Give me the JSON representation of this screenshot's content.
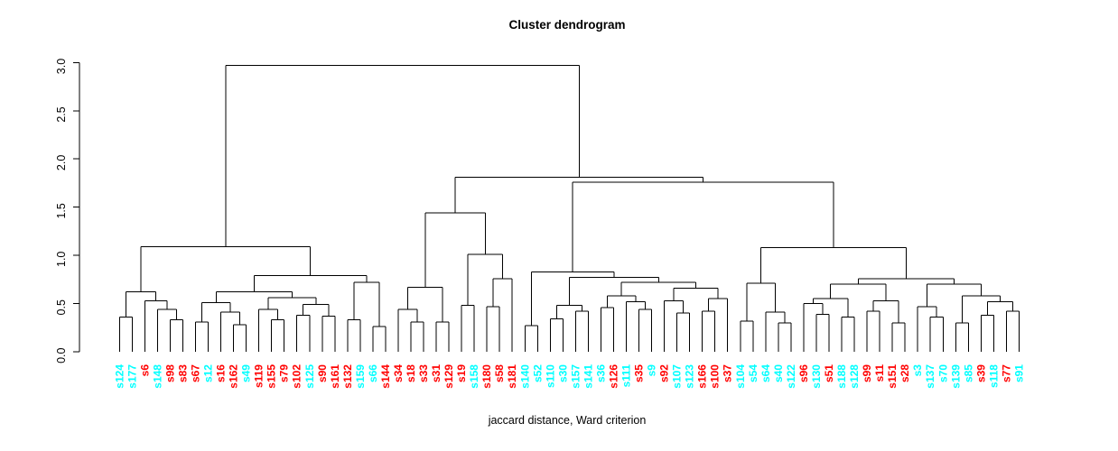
{
  "chart_data": {
    "type": "dendrogram",
    "title": "Cluster dendrogram",
    "xlabel": "jaccard distance, Ward criterion",
    "ylabel": "",
    "y_axis": {
      "tick_labels": [
        "0.0",
        "0.5",
        "1.0",
        "1.5",
        "2.0",
        "2.5",
        "3.0"
      ],
      "tick_values": [
        0.0,
        0.5,
        1.0,
        1.5,
        2.0,
        2.5,
        3.0
      ],
      "range": [
        0.0,
        3.0
      ],
      "grid": false
    },
    "legend": null,
    "line_color": "#000000",
    "label_colors": {
      "group_red": "#FF0000",
      "group_cyan": "#00FFFF"
    },
    "leaves": [
      {
        "label": "s124",
        "color": "#00FFFF"
      },
      {
        "label": "s177",
        "color": "#00FFFF"
      },
      {
        "label": "s6",
        "color": "#FF0000"
      },
      {
        "label": "s148",
        "color": "#00FFFF"
      },
      {
        "label": "s98",
        "color": "#FF0000"
      },
      {
        "label": "s83",
        "color": "#FF0000"
      },
      {
        "label": "s67",
        "color": "#FF0000"
      },
      {
        "label": "s12",
        "color": "#00FFFF"
      },
      {
        "label": "s16",
        "color": "#FF0000"
      },
      {
        "label": "s162",
        "color": "#FF0000"
      },
      {
        "label": "s49",
        "color": "#00FFFF"
      },
      {
        "label": "s119",
        "color": "#FF0000"
      },
      {
        "label": "s155",
        "color": "#FF0000"
      },
      {
        "label": "s79",
        "color": "#FF0000"
      },
      {
        "label": "s102",
        "color": "#FF0000"
      },
      {
        "label": "s125",
        "color": "#00FFFF"
      },
      {
        "label": "s90",
        "color": "#FF0000"
      },
      {
        "label": "s161",
        "color": "#FF0000"
      },
      {
        "label": "s132",
        "color": "#FF0000"
      },
      {
        "label": "s159",
        "color": "#00FFFF"
      },
      {
        "label": "s66",
        "color": "#00FFFF"
      },
      {
        "label": "s144",
        "color": "#FF0000"
      },
      {
        "label": "s34",
        "color": "#FF0000"
      },
      {
        "label": "s18",
        "color": "#FF0000"
      },
      {
        "label": "s33",
        "color": "#FF0000"
      },
      {
        "label": "s31",
        "color": "#FF0000"
      },
      {
        "label": "s129",
        "color": "#FF0000"
      },
      {
        "label": "s19",
        "color": "#FF0000"
      },
      {
        "label": "s158",
        "color": "#00FFFF"
      },
      {
        "label": "s180",
        "color": "#FF0000"
      },
      {
        "label": "s58",
        "color": "#FF0000"
      },
      {
        "label": "s181",
        "color": "#FF0000"
      },
      {
        "label": "s140",
        "color": "#00FFFF"
      },
      {
        "label": "s52",
        "color": "#00FFFF"
      },
      {
        "label": "s110",
        "color": "#00FFFF"
      },
      {
        "label": "s30",
        "color": "#00FFFF"
      },
      {
        "label": "s157",
        "color": "#00FFFF"
      },
      {
        "label": "s141",
        "color": "#00FFFF"
      },
      {
        "label": "s36",
        "color": "#00FFFF"
      },
      {
        "label": "s126",
        "color": "#FF0000"
      },
      {
        "label": "s111",
        "color": "#00FFFF"
      },
      {
        "label": "s35",
        "color": "#FF0000"
      },
      {
        "label": "s9",
        "color": "#00FFFF"
      },
      {
        "label": "s92",
        "color": "#FF0000"
      },
      {
        "label": "s107",
        "color": "#00FFFF"
      },
      {
        "label": "s123",
        "color": "#00FFFF"
      },
      {
        "label": "s166",
        "color": "#FF0000"
      },
      {
        "label": "s100",
        "color": "#FF0000"
      },
      {
        "label": "s37",
        "color": "#FF0000"
      },
      {
        "label": "s104",
        "color": "#00FFFF"
      },
      {
        "label": "s54",
        "color": "#00FFFF"
      },
      {
        "label": "s64",
        "color": "#00FFFF"
      },
      {
        "label": "s40",
        "color": "#00FFFF"
      },
      {
        "label": "s122",
        "color": "#00FFFF"
      },
      {
        "label": "s96",
        "color": "#FF0000"
      },
      {
        "label": "s130",
        "color": "#00FFFF"
      },
      {
        "label": "s51",
        "color": "#FF0000"
      },
      {
        "label": "s188",
        "color": "#00FFFF"
      },
      {
        "label": "s128",
        "color": "#00FFFF"
      },
      {
        "label": "s99",
        "color": "#FF0000"
      },
      {
        "label": "s11",
        "color": "#FF0000"
      },
      {
        "label": "s151",
        "color": "#FF0000"
      },
      {
        "label": "s28",
        "color": "#FF0000"
      },
      {
        "label": "s3",
        "color": "#00FFFF"
      },
      {
        "label": "s137",
        "color": "#00FFFF"
      },
      {
        "label": "s70",
        "color": "#00FFFF"
      },
      {
        "label": "s139",
        "color": "#00FFFF"
      },
      {
        "label": "s85",
        "color": "#00FFFF"
      },
      {
        "label": "s39",
        "color": "#FF0000"
      },
      {
        "label": "s118",
        "color": "#00FFFF"
      },
      {
        "label": "s77",
        "color": "#FF0000"
      },
      {
        "label": "s91",
        "color": "#00FFFF"
      }
    ],
    "tree": {
      "h": 2.97,
      "c": [
        {
          "h": 1.09,
          "c": [
            {
              "h": 0.62,
              "c": [
                {
                  "h": 0.36,
                  "c": [
                    "s124",
                    "s177"
                  ]
                },
                {
                  "h": 0.53,
                  "c": [
                    "s6",
                    {
                      "h": 0.44,
                      "c": [
                        "s148",
                        {
                          "h": 0.33,
                          "c": [
                            "s98",
                            "s83"
                          ]
                        }
                      ]
                    }
                  ]
                }
              ]
            },
            {
              "h": 0.79,
              "c": [
                {
                  "h": 0.62,
                  "c": [
                    {
                      "h": 0.51,
                      "c": [
                        {
                          "h": 0.31,
                          "c": [
                            "s67",
                            "s12"
                          ]
                        },
                        {
                          "h": 0.41,
                          "c": [
                            "s16",
                            {
                              "h": 0.28,
                              "c": [
                                "s162",
                                "s49"
                              ]
                            }
                          ]
                        }
                      ]
                    },
                    {
                      "h": 0.56,
                      "c": [
                        {
                          "h": 0.44,
                          "c": [
                            "s119",
                            {
                              "h": 0.33,
                              "c": [
                                "s155",
                                "s79"
                              ]
                            }
                          ]
                        },
                        {
                          "h": 0.49,
                          "c": [
                            {
                              "h": 0.38,
                              "c": [
                                "s102",
                                "s125"
                              ]
                            },
                            {
                              "h": 0.37,
                              "c": [
                                "s90",
                                "s161"
                              ]
                            }
                          ]
                        }
                      ]
                    }
                  ]
                },
                {
                  "h": 0.72,
                  "c": [
                    {
                      "h": 0.33,
                      "c": [
                        "s132",
                        "s159"
                      ]
                    },
                    {
                      "h": 0.26,
                      "c": [
                        "s66",
                        "s144"
                      ]
                    }
                  ]
                }
              ]
            }
          ]
        },
        {
          "h": 1.81,
          "c": [
            {
              "h": 1.44,
              "c": [
                {
                  "h": 0.67,
                  "c": [
                    {
                      "h": 0.44,
                      "c": [
                        "s34",
                        {
                          "h": 0.31,
                          "c": [
                            "s18",
                            "s33"
                          ]
                        }
                      ]
                    },
                    {
                      "h": 0.31,
                      "c": [
                        "s31",
                        "s129"
                      ]
                    }
                  ]
                },
                {
                  "h": 1.01,
                  "c": [
                    {
                      "h": 0.48,
                      "c": [
                        "s19",
                        "s158"
                      ]
                    },
                    {
                      "h": 0.76,
                      "c": [
                        {
                          "h": 0.47,
                          "c": [
                            "s180",
                            "s58"
                          ]
                        },
                        "s181"
                      ]
                    }
                  ]
                }
              ]
            },
            {
              "h": 1.76,
              "c": [
                {
                  "h": 0.83,
                  "c": [
                    {
                      "h": 0.27,
                      "c": [
                        "s140",
                        "s52"
                      ]
                    },
                    {
                      "h": 0.77,
                      "c": [
                        {
                          "h": 0.48,
                          "c": [
                            {
                              "h": 0.34,
                              "c": [
                                "s110",
                                "s30"
                              ]
                            },
                            {
                              "h": 0.42,
                              "c": [
                                "s157",
                                "s141"
                              ]
                            }
                          ]
                        },
                        {
                          "h": 0.72,
                          "c": [
                            {
                              "h": 0.58,
                              "c": [
                                {
                                  "h": 0.46,
                                  "c": [
                                    "s36",
                                    "s126"
                                  ]
                                },
                                {
                                  "h": 0.52,
                                  "c": [
                                    "s111",
                                    {
                                      "h": 0.44,
                                      "c": [
                                        "s35",
                                        "s9"
                                      ]
                                    }
                                  ]
                                }
                              ]
                            },
                            {
                              "h": 0.66,
                              "c": [
                                {
                                  "h": 0.53,
                                  "c": [
                                    "s92",
                                    {
                                      "h": 0.4,
                                      "c": [
                                        "s107",
                                        "s123"
                                      ]
                                    }
                                  ]
                                },
                                {
                                  "h": 0.55,
                                  "c": [
                                    {
                                      "h": 0.42,
                                      "c": [
                                        "s166",
                                        "s100"
                                      ]
                                    },
                                    "s37"
                                  ]
                                }
                              ]
                            }
                          ]
                        }
                      ]
                    }
                  ]
                },
                {
                  "h": 1.08,
                  "c": [
                    {
                      "h": 0.71,
                      "c": [
                        {
                          "h": 0.32,
                          "c": [
                            "s104",
                            "s54"
                          ]
                        },
                        {
                          "h": 0.41,
                          "c": [
                            "s64",
                            {
                              "h": 0.3,
                              "c": [
                                "s40",
                                "s122"
                              ]
                            }
                          ]
                        }
                      ]
                    },
                    {
                      "h": 0.76,
                      "c": [
                        {
                          "h": 0.7,
                          "c": [
                            {
                              "h": 0.55,
                              "c": [
                                {
                                  "h": 0.5,
                                  "c": [
                                    "s96",
                                    {
                                      "h": 0.39,
                                      "c": [
                                        "s130",
                                        "s51"
                                      ]
                                    }
                                  ]
                                },
                                {
                                  "h": 0.36,
                                  "c": [
                                    "s188",
                                    "s128"
                                  ]
                                }
                              ]
                            },
                            {
                              "h": 0.53,
                              "c": [
                                {
                                  "h": 0.42,
                                  "c": [
                                    "s99",
                                    "s11"
                                  ]
                                },
                                {
                                  "h": 0.3,
                                  "c": [
                                    "s151",
                                    "s28"
                                  ]
                                }
                              ]
                            }
                          ]
                        },
                        {
                          "h": 0.7,
                          "c": [
                            {
                              "h": 0.47,
                              "c": [
                                "s3",
                                {
                                  "h": 0.36,
                                  "c": [
                                    "s137",
                                    "s70"
                                  ]
                                }
                              ]
                            },
                            {
                              "h": 0.58,
                              "c": [
                                {
                                  "h": 0.3,
                                  "c": [
                                    "s139",
                                    "s85"
                                  ]
                                },
                                {
                                  "h": 0.52,
                                  "c": [
                                    {
                                      "h": 0.38,
                                      "c": [
                                        "s39",
                                        "s118"
                                      ]
                                    },
                                    {
                                      "h": 0.42,
                                      "c": [
                                        "s77",
                                        "s91"
                                      ]
                                    }
                                  ]
                                }
                              ]
                            }
                          ]
                        }
                      ]
                    }
                  ]
                }
              ]
            }
          ]
        }
      ]
    }
  }
}
